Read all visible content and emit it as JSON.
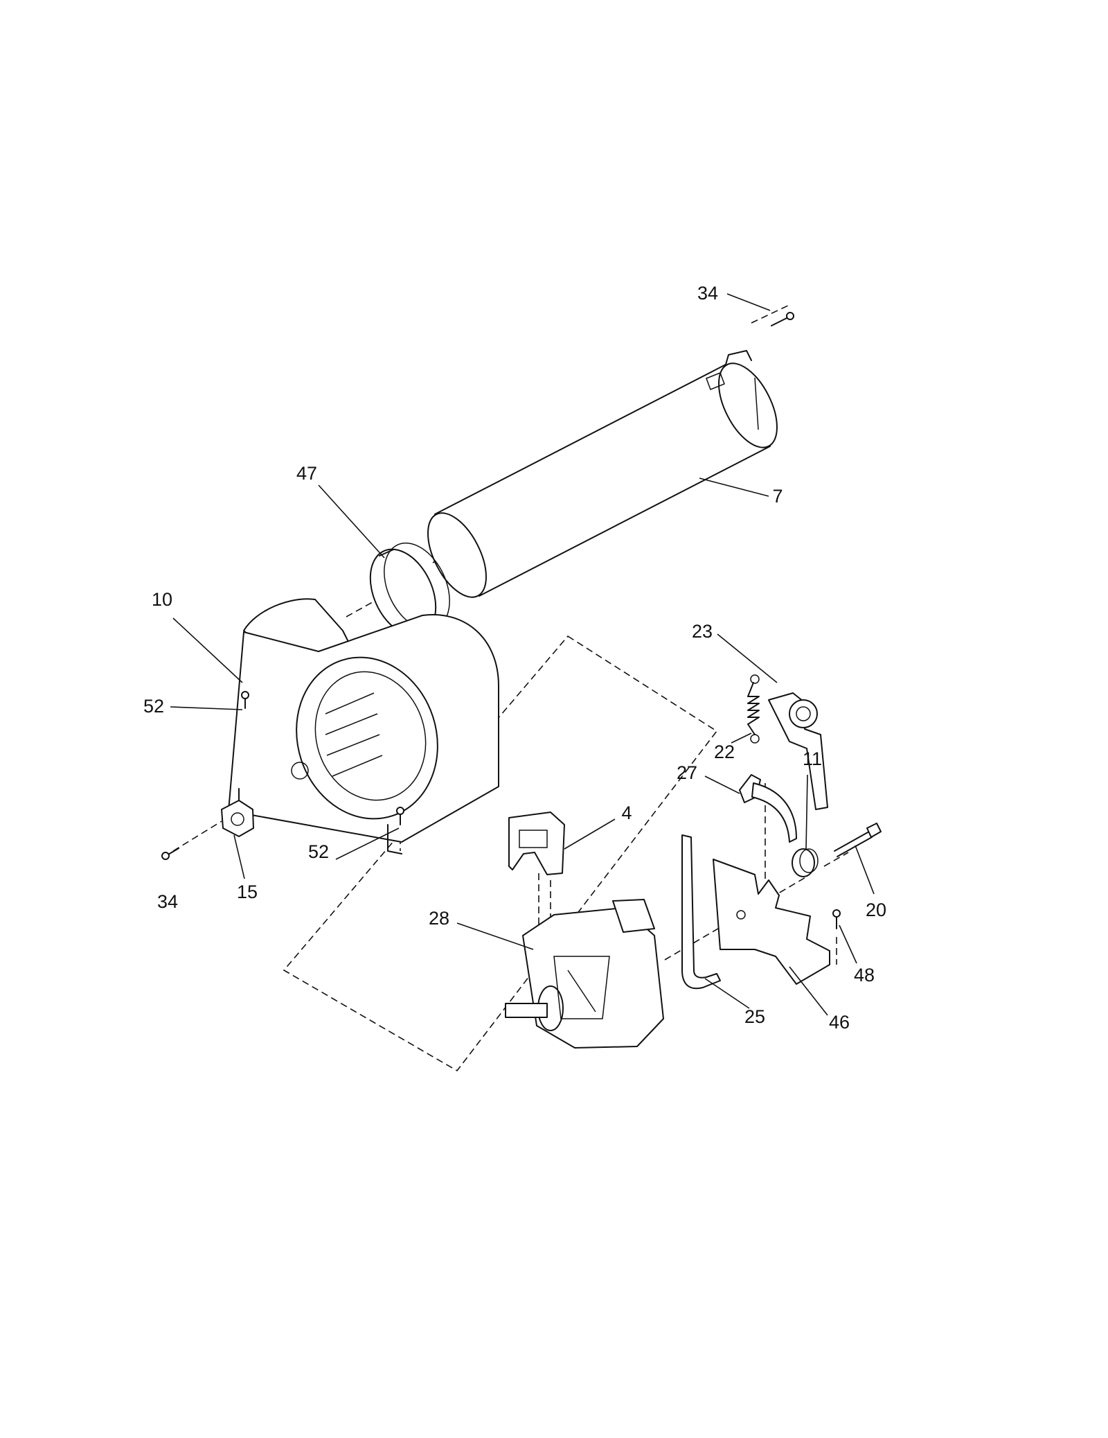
{
  "diagram": {
    "callouts": [
      {
        "id": "34a",
        "text": "34"
      },
      {
        "id": "47",
        "text": "47"
      },
      {
        "id": "7",
        "text": "7"
      },
      {
        "id": "10",
        "text": "10"
      },
      {
        "id": "23",
        "text": "23"
      },
      {
        "id": "52a",
        "text": "52"
      },
      {
        "id": "22",
        "text": "22"
      },
      {
        "id": "27",
        "text": "27"
      },
      {
        "id": "11",
        "text": "11"
      },
      {
        "id": "4",
        "text": "4"
      },
      {
        "id": "52b",
        "text": "52"
      },
      {
        "id": "20",
        "text": "20"
      },
      {
        "id": "34b",
        "text": "34"
      },
      {
        "id": "15",
        "text": "15"
      },
      {
        "id": "28",
        "text": "28"
      },
      {
        "id": "48",
        "text": "48"
      },
      {
        "id": "25",
        "text": "25"
      },
      {
        "id": "46",
        "text": "46"
      }
    ]
  }
}
